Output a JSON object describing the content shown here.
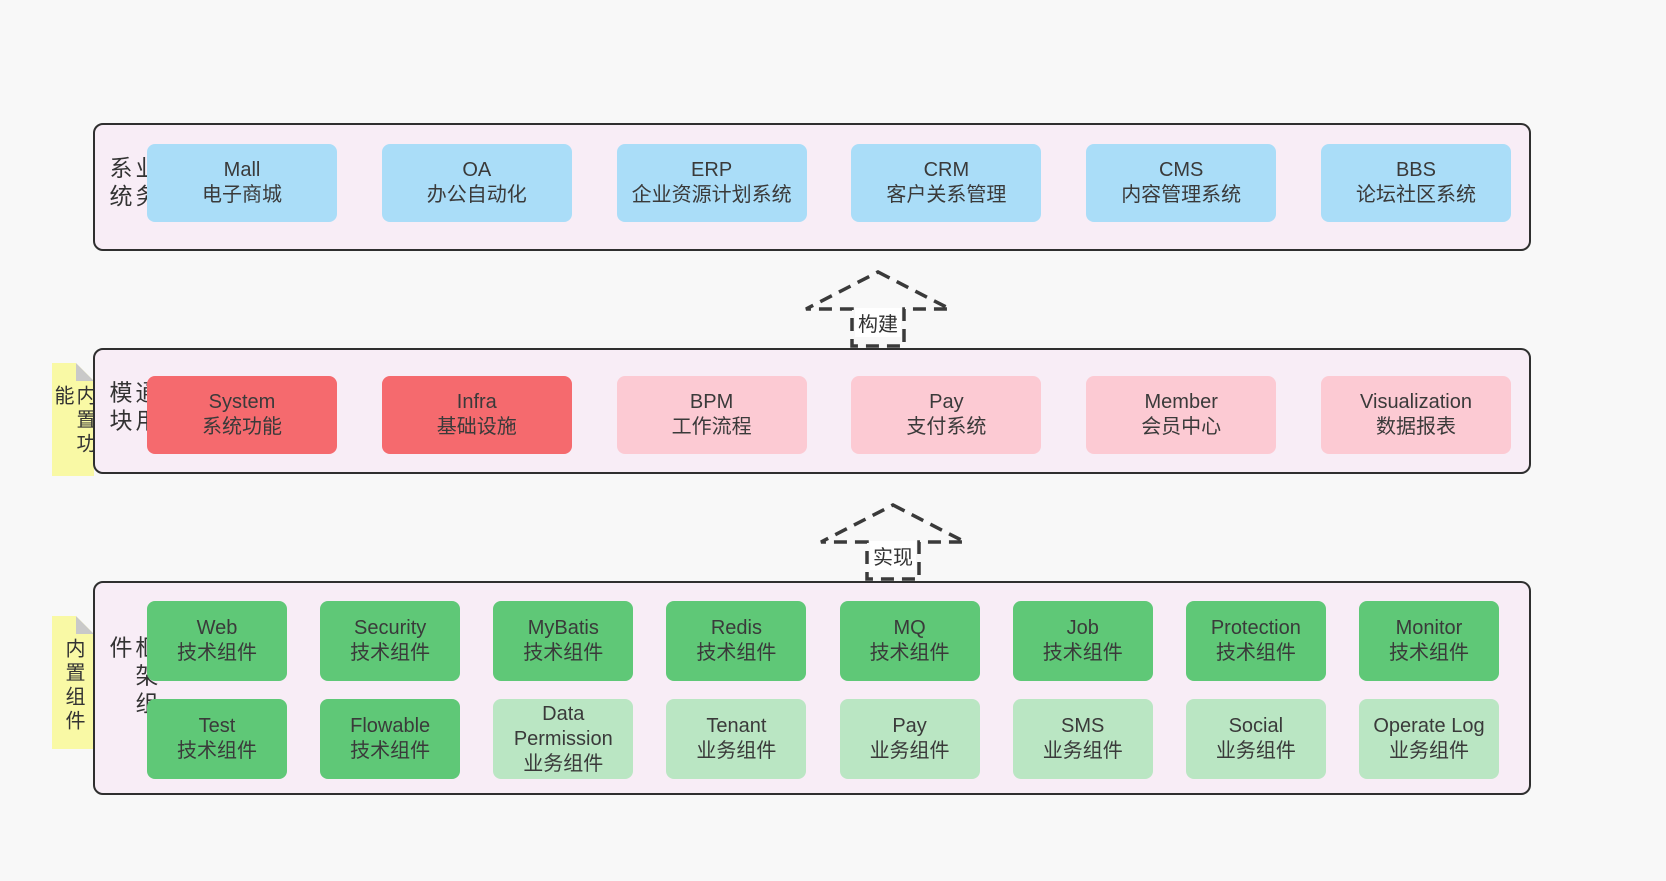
{
  "colors": {
    "page_bg": "#f8f8f8",
    "layer_bg": "#f8edf6",
    "layer_border": "#2f2f2f",
    "node_blue": "#aaddf8",
    "node_red": "#f56a6e",
    "node_pink": "#fccad3",
    "node_green_dark": "#5fc877",
    "node_green_light": "#bae6c3",
    "note_bg": "#f9f9a5",
    "note_fold": "#c9c9c9",
    "text": "#3a3a3a"
  },
  "arrows": [
    {
      "label": "构建"
    },
    {
      "label": "实现"
    }
  ],
  "layers": [
    {
      "label": "业务系统",
      "boxes": [
        {
          "title": "Mall",
          "subtitle": "电子商城",
          "variant": "blue"
        },
        {
          "title": "OA",
          "subtitle": "办公自动化",
          "variant": "blue"
        },
        {
          "title": "ERP",
          "subtitle": "企业资源计划系统",
          "variant": "blue"
        },
        {
          "title": "CRM",
          "subtitle": "客户关系管理",
          "variant": "blue"
        },
        {
          "title": "CMS",
          "subtitle": "内容管理系统",
          "variant": "blue"
        },
        {
          "title": "BBS",
          "subtitle": "论坛社区系统",
          "variant": "blue"
        }
      ]
    },
    {
      "label": "通用模块",
      "note": "内置功能",
      "boxes": [
        {
          "title": "System",
          "subtitle": "系统功能",
          "variant": "red"
        },
        {
          "title": "Infra",
          "subtitle": "基础设施",
          "variant": "red"
        },
        {
          "title": "BPM",
          "subtitle": "工作流程",
          "variant": "pink"
        },
        {
          "title": "Pay",
          "subtitle": "支付系统",
          "variant": "pink"
        },
        {
          "title": "Member",
          "subtitle": "会员中心",
          "variant": "pink"
        },
        {
          "title": "Visualization",
          "subtitle": "数据报表",
          "variant": "pink"
        }
      ]
    },
    {
      "label": "框架组件",
      "note": "内置组件",
      "rows": [
        [
          {
            "title": "Web",
            "subtitle": "技术组件",
            "variant": "green-dark"
          },
          {
            "title": "Security",
            "subtitle": "技术组件",
            "variant": "green-dark"
          },
          {
            "title": "MyBatis",
            "subtitle": "技术组件",
            "variant": "green-dark"
          },
          {
            "title": "Redis",
            "subtitle": "技术组件",
            "variant": "green-dark"
          },
          {
            "title": "MQ",
            "subtitle": "技术组件",
            "variant": "green-dark"
          },
          {
            "title": "Job",
            "subtitle": "技术组件",
            "variant": "green-dark"
          },
          {
            "title": "Protection",
            "subtitle": "技术组件",
            "variant": "green-dark"
          },
          {
            "title": "Monitor",
            "subtitle": "技术组件",
            "variant": "green-dark"
          }
        ],
        [
          {
            "title": "Test",
            "subtitle": "技术组件",
            "variant": "green-dark"
          },
          {
            "title": "Flowable",
            "subtitle": "技术组件",
            "variant": "green-dark"
          },
          {
            "title": "Data Permission",
            "subtitle": "业务组件",
            "variant": "green-light"
          },
          {
            "title": "Tenant",
            "subtitle": "业务组件",
            "variant": "green-light"
          },
          {
            "title": "Pay",
            "subtitle": "业务组件",
            "variant": "green-light"
          },
          {
            "title": "SMS",
            "subtitle": "业务组件",
            "variant": "green-light"
          },
          {
            "title": "Social",
            "subtitle": "业务组件",
            "variant": "green-light"
          },
          {
            "title": "Operate Log",
            "subtitle": "业务组件",
            "variant": "green-light"
          }
        ]
      ]
    }
  ]
}
